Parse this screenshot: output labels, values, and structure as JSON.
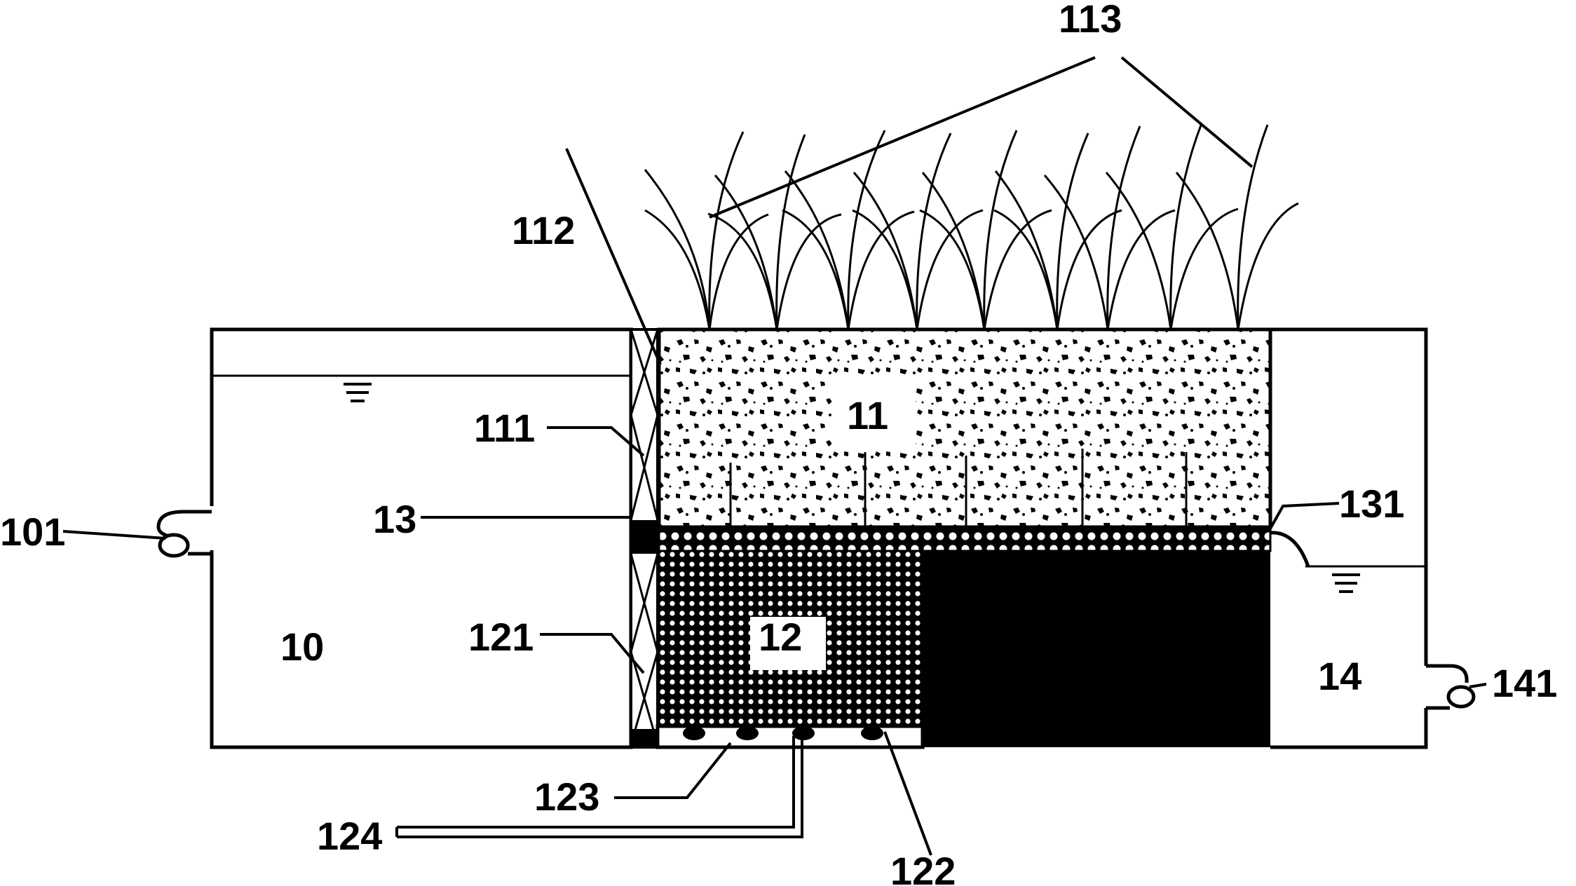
{
  "labels": {
    "l101": "101",
    "l10": "10",
    "l111": "111",
    "l112": "112",
    "l113": "113",
    "l11": "11",
    "l13": "13",
    "l131": "131",
    "l12": "12",
    "l121": "121",
    "l122": "122",
    "l123": "123",
    "l124": "124",
    "l14": "14",
    "l141": "141"
  },
  "colors": {
    "ink": "#000000",
    "paper": "#ffffff"
  }
}
